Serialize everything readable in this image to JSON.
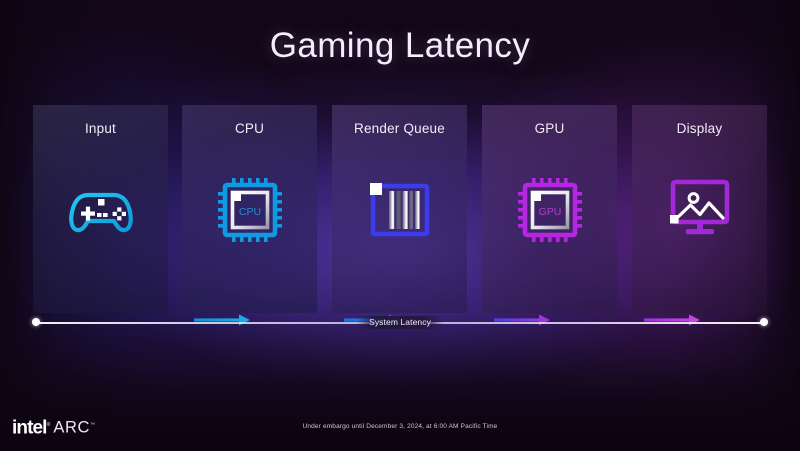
{
  "slide": {
    "title": "Gaming Latency",
    "background_colors": {
      "base": "#140818",
      "center_glow": "#5438aa",
      "left_glow": "#221e6e",
      "right_glow": "#6e2896"
    }
  },
  "pipeline": {
    "stages": [
      {
        "label": "Input",
        "icon": "gamepad-icon",
        "accent": "#17a9e8"
      },
      {
        "label": "CPU",
        "icon": "cpu-chip-icon",
        "accent": "#1094e0",
        "chip_text": "CPU"
      },
      {
        "label": "Render Queue",
        "icon": "render-queue-icon",
        "accent": "#3b3cf0"
      },
      {
        "label": "GPU",
        "icon": "gpu-chip-icon",
        "accent": "#b526e0",
        "chip_text": "GPU"
      },
      {
        "label": "Display",
        "icon": "display-monitor-icon",
        "accent": "#a329d8"
      }
    ],
    "arrows": [
      {
        "name": "arrow-input-to-cpu",
        "color_from": "#0f8fd8",
        "color_to": "#16a5e6"
      },
      {
        "name": "arrow-cpu-to-render-queue",
        "color_from": "#1577dd",
        "color_to": "#2f6ae8"
      },
      {
        "name": "arrow-render-queue-to-gpu",
        "color_from": "#4a40e0",
        "color_to": "#9b37d8"
      },
      {
        "name": "arrow-gpu-to-display",
        "color_from": "#a032d8",
        "color_to": "#c23ae0"
      }
    ]
  },
  "latency": {
    "label": "System Latency"
  },
  "footer": {
    "brand_primary": "intel",
    "brand_tm": "®",
    "brand_secondary": "ARC",
    "brand_secondary_tm": "™",
    "embargo_notice": "Under embargo until December 3, 2024, at 6:00 AM Pacific Time"
  }
}
